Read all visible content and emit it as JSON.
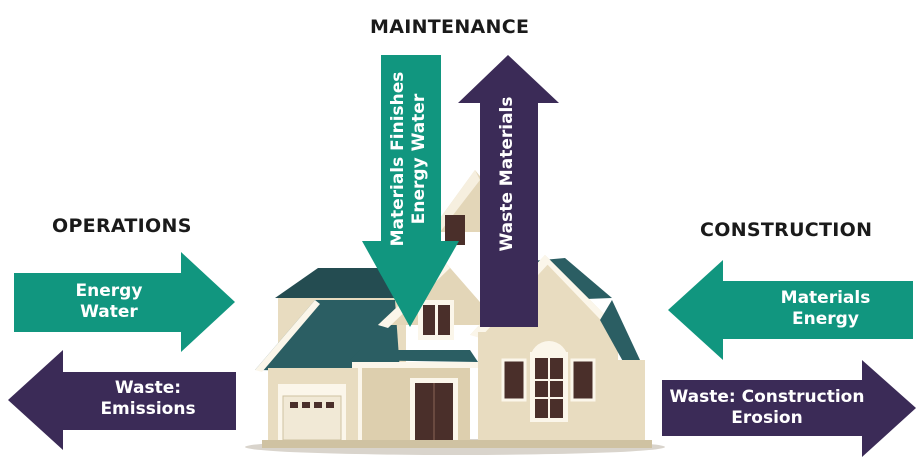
{
  "colors": {
    "teal": "#11967f",
    "purple": "#3b2b57",
    "roof": "#2b5e63",
    "wall": "#e8dcc0",
    "trim": "#fbf6ea",
    "window": "#4a2f2a",
    "heading": "#1a1a1a"
  },
  "headings": {
    "maintenance": "MAINTENANCE",
    "operations": "OPERATIONS",
    "construction": "CONSTRUCTION"
  },
  "arrows": {
    "maintenance_in": {
      "line1": "Materials Finishes",
      "line2": "Energy Water",
      "color": "teal",
      "direction": "down"
    },
    "maintenance_out": {
      "line1": "Waste Materials",
      "color": "purple",
      "direction": "up"
    },
    "operations_in": {
      "line1": "Energy",
      "line2": "Water",
      "color": "teal",
      "direction": "right"
    },
    "operations_out": {
      "line1": "Waste:",
      "line2": "Emissions",
      "color": "purple",
      "direction": "left"
    },
    "construction_in": {
      "line1": "Materials",
      "line2": "Energy",
      "color": "teal",
      "direction": "left"
    },
    "construction_out": {
      "line1": "Waste: Construction",
      "line2": "Erosion",
      "color": "purple",
      "direction": "right"
    }
  },
  "house": {
    "icon": "house-illustration"
  }
}
